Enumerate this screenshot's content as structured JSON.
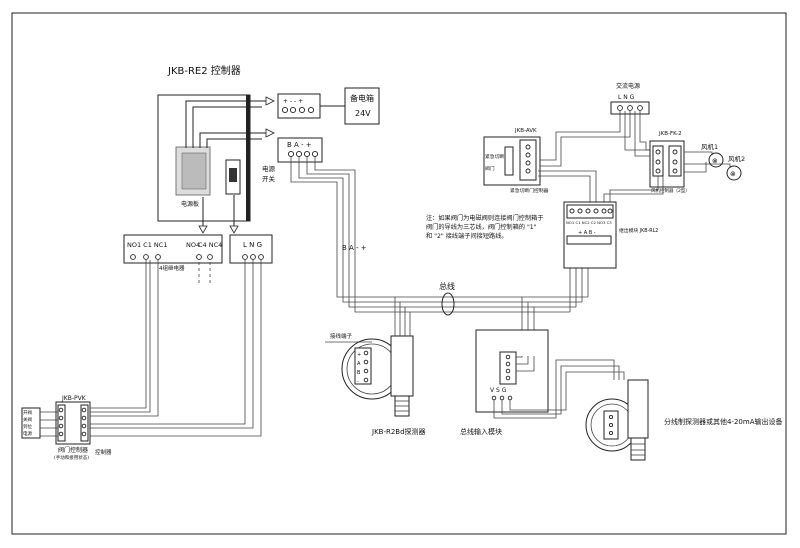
{
  "controller": {
    "title": "JKB-RE2 控制器",
    "power_board": "电源板",
    "power_switch_1": "电源",
    "power_switch_2": "开关"
  },
  "backup_power": {
    "title": "备电箱",
    "voltage": "24V",
    "terminals": "+ - - +"
  },
  "bus_terminal": {
    "label": "B A - +"
  },
  "relay_terminal": {
    "labels": "NO1 C1 NC1",
    "labels_2": "NO4",
    "labels_3": "C4 NC4",
    "caption": "4组继电器"
  },
  "power_terminal": {
    "label": "L N G"
  },
  "pvk": {
    "title": "JKB-PVK",
    "caption": "阀门控制器",
    "subcaption": "(手动和接用状态)",
    "left_labels": [
      "开阀",
      "关阀",
      "到位",
      "电源"
    ],
    "right_label": "控制器"
  },
  "ac_power": {
    "title": "交流电源",
    "labels": "L  N  G"
  },
  "avk": {
    "title": "JKB-AVK",
    "caption": "紧急切断门控制器",
    "side_1": "紧急切断",
    "side_2": "阀门"
  },
  "fk": {
    "title": "JKB-FK-2",
    "caption": "风机控制器（2型）",
    "fan1": "风机1",
    "fan2": "风机2"
  },
  "output_module": {
    "terminals": "NO1 C1 NC2 C2 NO3 C3",
    "bus": "+ A B -",
    "caption": "继出模块 JKB-RL2"
  },
  "note": {
    "line1": "注：如果阀门为电磁阀则连接阀门控制箱于",
    "line2": "阀门的导线为三芯线，阀门控制箱的 \"1\"",
    "line3": "和 \"2\" 接线端子间接短路线。"
  },
  "bus_label": "总线",
  "bus_side_label": "B A - +",
  "detector": {
    "terminals": [
      "+",
      "A",
      "B",
      "-"
    ],
    "caption": "JKB-R2Bd探测器",
    "side": "接线端子"
  },
  "input_module": {
    "terminals": "V S G",
    "caption": "总线输入模块"
  },
  "split_detector": {
    "caption": "分线制探测器或其他4-20mA输出设备"
  }
}
